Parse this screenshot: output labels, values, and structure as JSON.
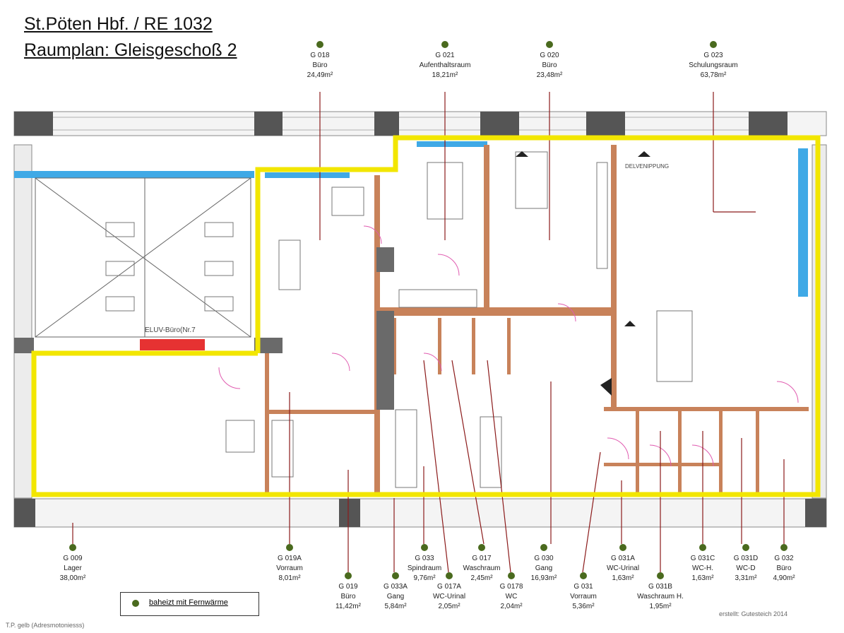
{
  "title_line1": "St.Pöten Hbf. / RE 1032",
  "title_line2": "Raumplan:  Gleisgeschoß 2",
  "colors": {
    "highlight": "#f2e600",
    "dot": "#4a6a1e",
    "walls": "#c8825a",
    "windows": "#3fa9e6"
  },
  "rooms_top": [
    {
      "code": "G 018",
      "name": "Büro",
      "area": "24,49m²"
    },
    {
      "code": "G 021",
      "name": "Aufenthaltsraum",
      "area": "18,21m²"
    },
    {
      "code": "G 020",
      "name": "Büro",
      "area": "23,48m²"
    },
    {
      "code": "G 023",
      "name": "Schulungsraum",
      "area": "63,78m²"
    }
  ],
  "rooms_bottom": [
    {
      "code": "G 009",
      "name": "Lager",
      "area": "38,00m²"
    },
    {
      "code": "G 019A",
      "name": "Vorraum",
      "area": "8,01m²"
    },
    {
      "code": "G 019",
      "name": "Büro",
      "area": "11,42m²"
    },
    {
      "code": "G 033A",
      "name": "Gang",
      "area": "5,84m²"
    },
    {
      "code": "G 033",
      "name": "Spindraum",
      "area": "9,76m²"
    },
    {
      "code": "G 017A",
      "name": "WC-Urinal",
      "area": "2,05m²"
    },
    {
      "code": "G 017",
      "name": "Waschraum",
      "area": "2,45m²"
    },
    {
      "code": "G 0178",
      "name": "WC",
      "area": "2,04m²"
    },
    {
      "code": "G 030",
      "name": "Gang",
      "area": "16,93m²"
    },
    {
      "code": "G 031",
      "name": "Vorraum",
      "area": "5,36m²"
    },
    {
      "code": "G 031A",
      "name": "WC-Urinal",
      "area": "1,63m²"
    },
    {
      "code": "G 031B",
      "name": "Waschraum H.",
      "area": "1,95m²"
    },
    {
      "code": "G 031C",
      "name": "WC-H.",
      "area": "1,63m²"
    },
    {
      "code": "G 031D",
      "name": "WC-D",
      "area": "3,31m²"
    },
    {
      "code": "G 032",
      "name": "Büro",
      "area": "4,90m²"
    }
  ],
  "plan_labels": {
    "eluv": "ELUV-Büro(Nr.7",
    "delven": "DELVENIPPUNG"
  },
  "legend_text": "baheizt mit Fernwärme",
  "footer_left": "T.P. gelb (Adresmotoniesss)",
  "footer_right": "erstellt: Gutesteich 2014"
}
